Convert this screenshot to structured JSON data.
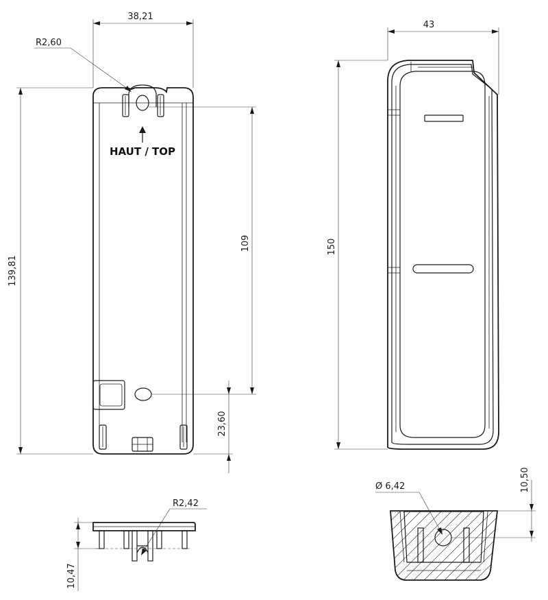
{
  "drawing": {
    "label": "HAUT / TOP",
    "dimensions": {
      "front_width": "38,21",
      "front_radius": "R2,60",
      "front_height": "139,81",
      "hole_spacing": "109",
      "hole_offset": "23,60",
      "bottom_radius": "R2,42",
      "bottom_height": "10,47",
      "side_width": "43",
      "side_height": "150",
      "hole_diameter": "Ø 6,42",
      "section_height": "10,50"
    }
  }
}
